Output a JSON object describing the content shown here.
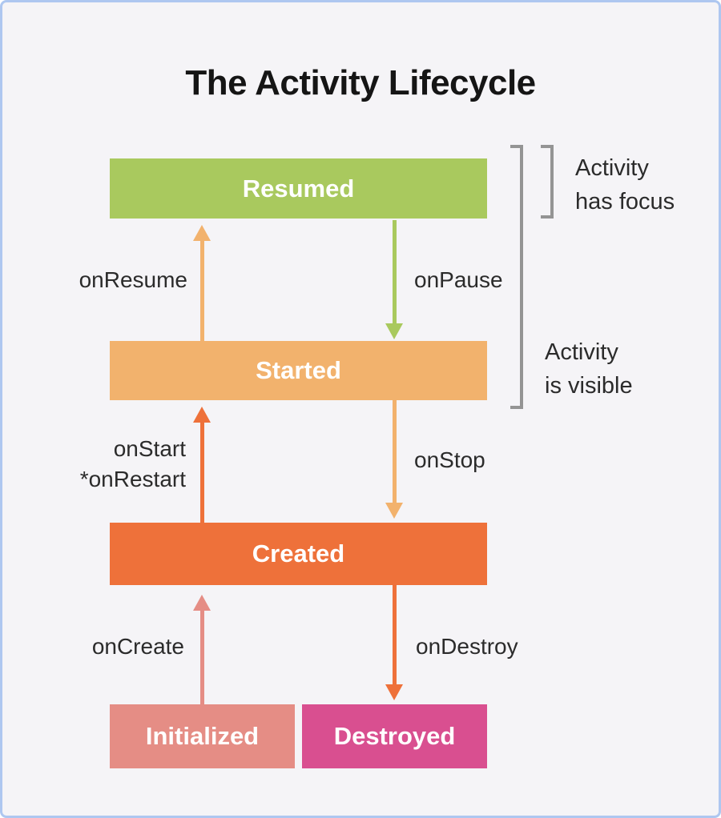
{
  "title": "The Activity Lifecycle",
  "colors": {
    "background": "#f5f4f7",
    "frame_border": "#aec7f0",
    "bracket": "#949494",
    "label_text": "#2b2b2b",
    "resumed": "#a9c95e",
    "started": "#f2b26d",
    "created": "#ee713a",
    "initialized": "#e58d85",
    "destroyed": "#d94f90"
  },
  "states": {
    "resumed": "Resumed",
    "started": "Started",
    "created": "Created",
    "initialized": "Initialized",
    "destroyed": "Destroyed"
  },
  "transitions": {
    "on_resume": "onResume",
    "on_pause": "onPause",
    "on_start": "onStart",
    "on_restart": "*onRestart",
    "on_stop": "onStop",
    "on_create": "onCreate",
    "on_destroy": "onDestroy"
  },
  "annotations": {
    "has_focus_line1": "Activity",
    "has_focus_line2": "has focus",
    "visible_line1": "Activity",
    "visible_line2": "is visible"
  }
}
